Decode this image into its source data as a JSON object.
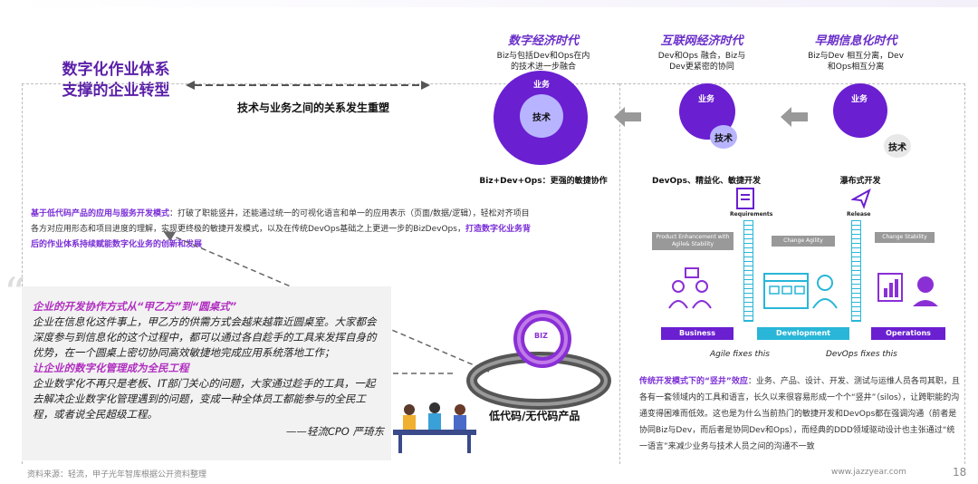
{
  "title": "数字化作业体系\n支撑的企业转型",
  "relation_label": "技术与业务之间的关系发生重塑",
  "eras": [
    {
      "name": "数字经济时代",
      "desc": "Biz与包括Dev和Ops在内\n的技术进一步融合",
      "caption": "Biz+Dev+Ops：更强的敏捷协作"
    },
    {
      "name": "互联网经济时代",
      "desc": "Dev和Ops 融合，Biz与\nDev更紧密的协同",
      "caption": "DevOps、精益化、敏捷开发"
    },
    {
      "name": "早期信息化时代",
      "desc": "Biz与Dev 相互分离，Dev\n和Ops相互分离",
      "caption": "瀑布式开发"
    }
  ],
  "circle_labels": {
    "biz": "业务",
    "tech": "技术"
  },
  "lowcode_para": {
    "head": "基于低代码产品的应用与服务开发模式",
    "body": "：打破了职能竖井，还能通过统一的可视化语言和单一的应用表示（页面/数据/逻辑），轻松对齐项目各方对应用形态和项目进度的理解，实现更终极的敏捷开发模式，以及在传统DevOps基础之上更进一步的BizDevOps，",
    "tail": "打造数字化业务背后的作业体系持续赋能数字化业务的创新和发展"
  },
  "quote": {
    "h1": "企业的开发协作方式从“甲乙方”到“圆桌式”",
    "p1": "企业在信息化这件事上，甲乙方的供需方式会越来越靠近圆桌室。大家都会深度参与到信息化的这个过程中，都可以通过各自趁手的工具来发挥自身的优势，在一个圆桌上密切协同高效敏捷地完成应用系统落地工作；",
    "h2": "让企业的数字化管理成为全民工程",
    "p2": "企业数字化不再只是老板、IT部门关心的问题，大家通过趁手的工具，一起去解决企业数字化管理遇到的问题，变成一种全体员工都能参与的全民工程，或者说全民超级工程。",
    "sign": "——轻流CPO 严琦东"
  },
  "ring_label": "低代码/无代码产品",
  "ring_center": "BIZ",
  "devops": {
    "requirements": "Requirements",
    "release": "Release",
    "phases": [
      "Product Enhancement with Agile& Stability",
      "Change Agility",
      "Change Stability"
    ],
    "lanes": [
      "Business",
      "Development",
      "Operations"
    ],
    "fix1": "Agile fixes this",
    "fix2": "DevOps fixes this"
  },
  "silo_para": {
    "head": "传统开发模式下的“竖井”效应",
    "body": "：业务、产品、设计、开发、测试与运维人员各司其职，且各有一套领域内的工具和语言，长久以来很容易形成一个个“竖井”（silos），让跨职能的沟通变得困难而低效。这也是为什么当前热门的敏捷开发和DevOps都在强调沟通（前者是协同Biz与Dev，而后者是协同Dev和Ops），而经典的DDD领域驱动设计也主张通过“统一语言”来减少业务与技术人员之间的沟通不一致"
  },
  "footer": {
    "source": "资料来源：轻流，甲子光年智库根据公开资料整理",
    "site": "www.jazzyear.com",
    "page": "18"
  },
  "colors": {
    "purple": "#6a1fd1",
    "light": "#b8b4ff",
    "cyan": "#29b6d8",
    "magenta": "#b02fc0"
  }
}
